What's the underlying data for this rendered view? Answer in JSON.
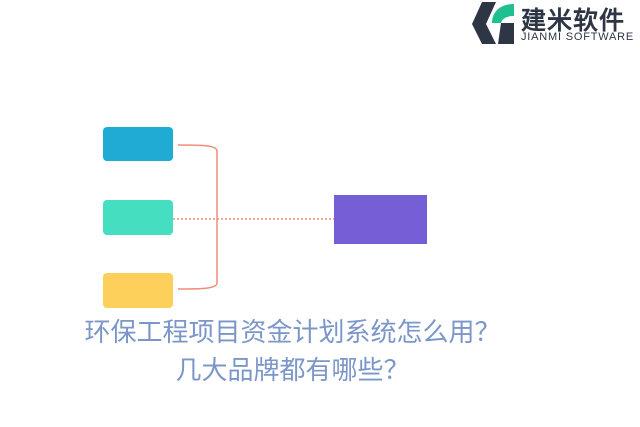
{
  "logo": {
    "name_cn": "建米软件",
    "name_en": "JIANMI SOFTWARE",
    "colors": {
      "dark": "#2e3545",
      "green": "#1fbf8f"
    }
  },
  "diagram": {
    "left_nodes": [
      {
        "id": "blue",
        "color": "#1fabd3",
        "label": ""
      },
      {
        "id": "teal",
        "color": "#45dec0",
        "label": ""
      },
      {
        "id": "yellow",
        "color": "#fdcf5b",
        "label": ""
      }
    ],
    "target_node": {
      "color": "#765fd6",
      "label": ""
    },
    "connector_color": "#ef8e78"
  },
  "title": {
    "line1": "环保工程项目资金计划系统怎么用？",
    "line2": "几大品牌都有哪些？",
    "color": "#7b96c8"
  }
}
